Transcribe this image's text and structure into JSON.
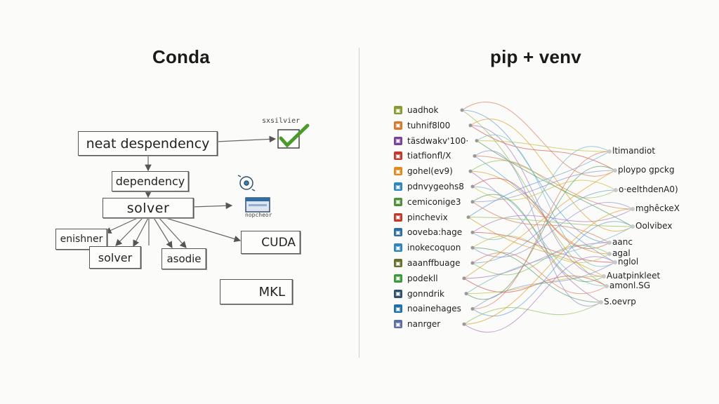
{
  "left_panel": {
    "title": "Conda",
    "boxes": {
      "neat": "neat despendency",
      "dependency": "dependency",
      "solver_main": "solver",
      "enishner": "enishner",
      "solver2": "solver",
      "asodie": "asodie",
      "cuda": "CUDA",
      "mkl": "MKL"
    },
    "notes": {
      "check": "sxsilvier",
      "window": "nopcheor"
    }
  },
  "right_panel": {
    "title": "pip + venv",
    "packages": [
      {
        "name": "uadhok",
        "color": "#8a9a2e"
      },
      {
        "name": "tuhnif8l00",
        "color": "#d9772a"
      },
      {
        "name": "täsdwakv'100·",
        "color": "#7b3fa0"
      },
      {
        "name": "tiatfionfl/X",
        "color": "#c0392b"
      },
      {
        "name": "gohel(ev9)",
        "color": "#e08a1e"
      },
      {
        "name": "pdnvygeohs8",
        "color": "#2e86c1"
      },
      {
        "name": "cemiconige3",
        "color": "#4e8f3a"
      },
      {
        "name": "pinchevix",
        "color": "#c0392b"
      },
      {
        "name": "ooveba:hage",
        "color": "#2e6da4"
      },
      {
        "name": "inokecoquon",
        "color": "#2e86c1"
      },
      {
        "name": "aaanffbuage",
        "color": "#6a6f2e"
      },
      {
        "name": "podekll",
        "color": "#3a9a3a"
      },
      {
        "name": "gonndrik",
        "color": "#2e4f6e"
      },
      {
        "name": "noainehages",
        "color": "#1f6fa8"
      },
      {
        "name": "nanrger",
        "color": "#5a6ea8"
      }
    ],
    "targets": [
      "ltimandiot",
      "ploypo gpckg",
      "o·eelthdenA0)",
      "mghêckeX",
      "Oolvibex",
      "aanc",
      "agal",
      "nglol",
      "Auatpinkleet",
      "amonl.SG",
      "S.oevrp"
    ]
  }
}
